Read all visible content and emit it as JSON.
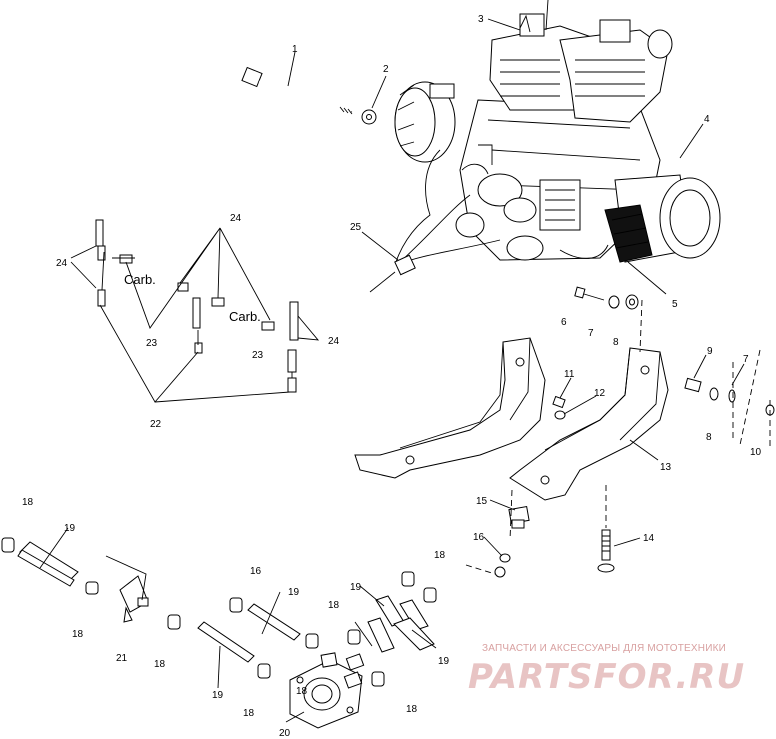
{
  "callouts": [
    "1",
    "2",
    "3",
    "4",
    "5",
    "6",
    "7",
    "8",
    "9",
    "7",
    "8",
    "10",
    "11",
    "12",
    "13",
    "14",
    "15",
    "16",
    "16",
    "18",
    "18",
    "18",
    "18",
    "18",
    "18",
    "18",
    "18",
    "19",
    "19",
    "19",
    "19",
    "19",
    "20",
    "21",
    "22",
    "23",
    "23",
    "24",
    "24",
    "24",
    "25"
  ],
  "carb_labels": [
    "Carb.",
    "Carb."
  ],
  "watermark": {
    "caption": "ЗАПЧАСТИ И АКСЕССУАРЫ ДЛЯ МОТОТЕХНИКИ",
    "brand": "PARTSFOR.RU",
    "color": "#d8a0a0"
  }
}
